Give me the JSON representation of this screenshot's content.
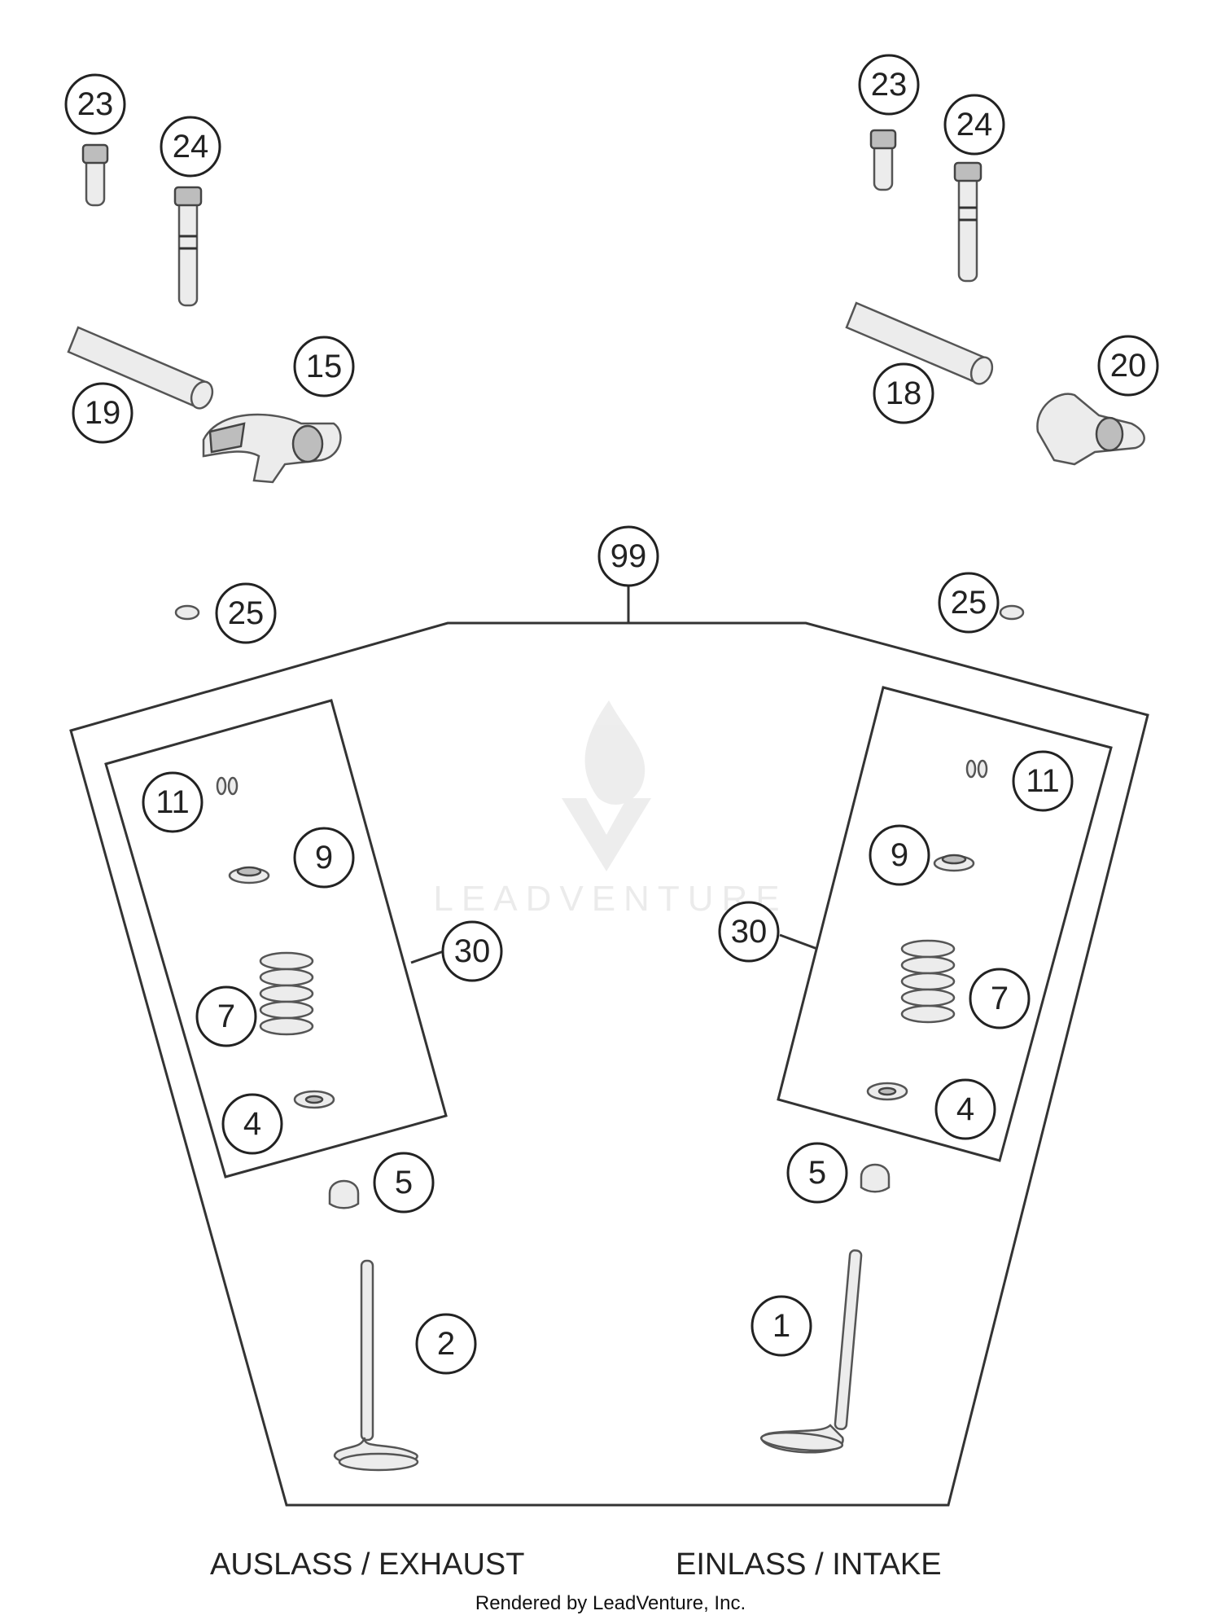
{
  "watermark": {
    "text": "LEADVENTURE",
    "color": "#d9d9d9"
  },
  "callouts": {
    "c23_left": "23",
    "c24_left": "24",
    "c19": "19",
    "c15": "15",
    "c23_right": "23",
    "c24_right": "24",
    "c18": "18",
    "c20": "20",
    "c99": "99",
    "c25_left": "25",
    "c25_right": "25",
    "c11_left": "11",
    "c9_left": "9",
    "c30_left": "30",
    "c7_left": "7",
    "c4_left": "4",
    "c5_left": "5",
    "c2": "2",
    "c11_right": "11",
    "c9_right": "9",
    "c30_right": "30",
    "c7_right": "7",
    "c4_right": "4",
    "c5_right": "5",
    "c1": "1"
  },
  "labels": {
    "exhaust": "AUSLASS / EXHAUST",
    "intake": "EINLASS / INTAKE"
  },
  "footer": "Rendered by LeadVenture, Inc."
}
